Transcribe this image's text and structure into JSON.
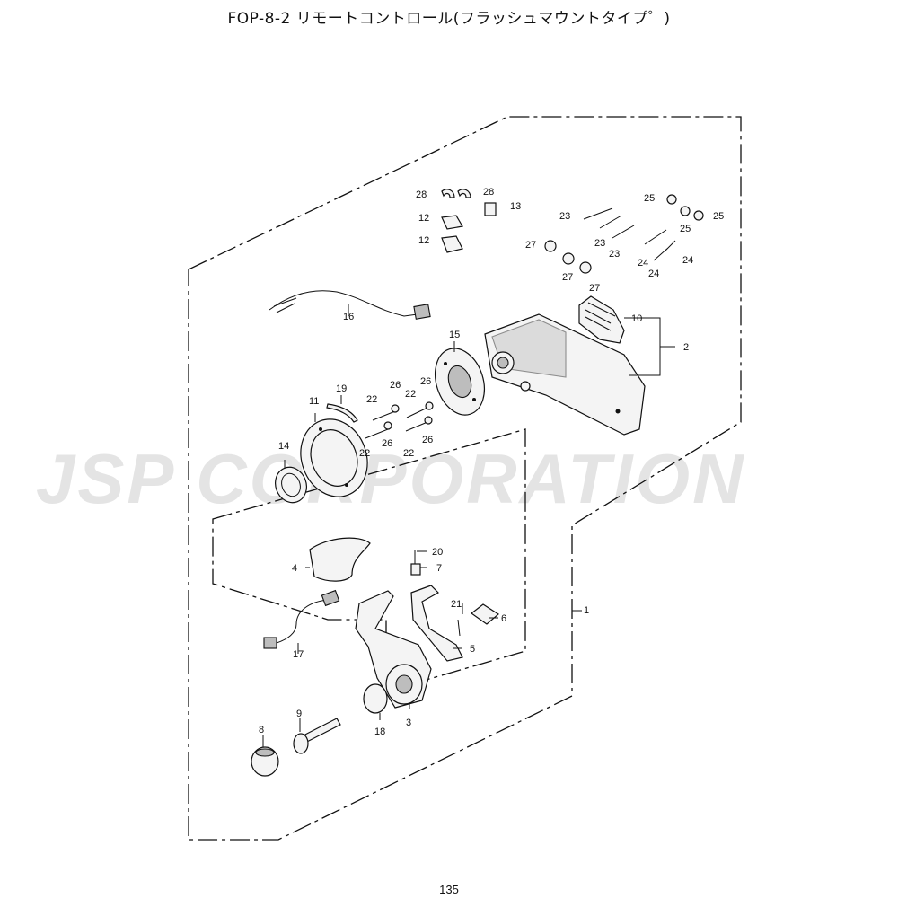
{
  "title": "FOP-8-2  リモートコントロール(フラッシュマウントタイプ゜)",
  "page_number": "135",
  "watermark": "JSP CORPORATION",
  "callouts": [
    {
      "id": "c1",
      "text": "1"
    },
    {
      "id": "c2",
      "text": "2"
    },
    {
      "id": "c3",
      "text": "3"
    },
    {
      "id": "c4",
      "text": "4"
    },
    {
      "id": "c5",
      "text": "5"
    },
    {
      "id": "c6",
      "text": "6"
    },
    {
      "id": "c7",
      "text": "7"
    },
    {
      "id": "c8",
      "text": "8"
    },
    {
      "id": "c9",
      "text": "9"
    },
    {
      "id": "c10",
      "text": "10"
    },
    {
      "id": "c11",
      "text": "11"
    },
    {
      "id": "c12a",
      "text": "12"
    },
    {
      "id": "c12b",
      "text": "12"
    },
    {
      "id": "c13",
      "text": "13"
    },
    {
      "id": "c14",
      "text": "14"
    },
    {
      "id": "c15",
      "text": "15"
    },
    {
      "id": "c16",
      "text": "16"
    },
    {
      "id": "c17",
      "text": "17"
    },
    {
      "id": "c18",
      "text": "18"
    },
    {
      "id": "c19",
      "text": "19"
    },
    {
      "id": "c20",
      "text": "20"
    },
    {
      "id": "c21",
      "text": "21"
    },
    {
      "id": "c22a",
      "text": "22"
    },
    {
      "id": "c22b",
      "text": "22"
    },
    {
      "id": "c22c",
      "text": "22"
    },
    {
      "id": "c22d",
      "text": "22"
    },
    {
      "id": "c23a",
      "text": "23"
    },
    {
      "id": "c23b",
      "text": "23"
    },
    {
      "id": "c23c",
      "text": "23"
    },
    {
      "id": "c24a",
      "text": "24"
    },
    {
      "id": "c24b",
      "text": "24"
    },
    {
      "id": "c24c",
      "text": "24"
    },
    {
      "id": "c25a",
      "text": "25"
    },
    {
      "id": "c25b",
      "text": "25"
    },
    {
      "id": "c25c",
      "text": "25"
    },
    {
      "id": "c26a",
      "text": "26"
    },
    {
      "id": "c26b",
      "text": "26"
    },
    {
      "id": "c26c",
      "text": "26"
    },
    {
      "id": "c26d",
      "text": "26"
    },
    {
      "id": "c27a",
      "text": "27"
    },
    {
      "id": "c27b",
      "text": "27"
    },
    {
      "id": "c27c",
      "text": "27"
    },
    {
      "id": "c28a",
      "text": "28"
    },
    {
      "id": "c28b",
      "text": "28"
    }
  ]
}
